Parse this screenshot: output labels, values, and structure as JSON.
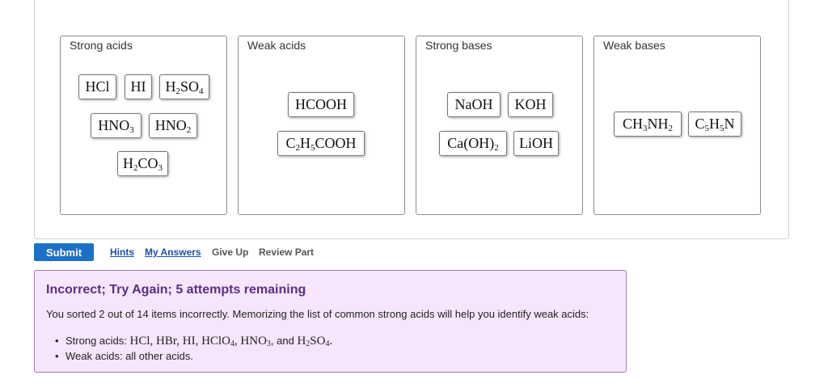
{
  "bins": [
    {
      "label": "Strong acids",
      "chips": [
        {
          "parts": [
            [
              "HCl",
              false
            ]
          ]
        },
        {
          "parts": [
            [
              "HI",
              false
            ]
          ]
        },
        {
          "parts": [
            [
              "H",
              false
            ],
            [
              "2",
              true
            ],
            [
              "SO",
              false
            ],
            [
              "4",
              true
            ]
          ]
        },
        {
          "parts": [
            [
              "HNO",
              false
            ],
            [
              "3",
              true
            ]
          ]
        },
        {
          "parts": [
            [
              "HNO",
              false
            ],
            [
              "2",
              true
            ]
          ]
        },
        {
          "parts": [
            [
              "H",
              false
            ],
            [
              "2",
              true
            ],
            [
              "CO",
              false
            ],
            [
              "3",
              true
            ]
          ]
        }
      ]
    },
    {
      "label": "Weak acids",
      "chips": [
        {
          "parts": [
            [
              "HCOOH",
              false
            ]
          ]
        },
        {
          "parts": [
            [
              "C",
              false
            ],
            [
              "2",
              true
            ],
            [
              "H",
              false
            ],
            [
              "5",
              true
            ],
            [
              "COOH",
              false
            ]
          ]
        }
      ]
    },
    {
      "label": "Strong bases",
      "chips": [
        {
          "parts": [
            [
              "NaOH",
              false
            ]
          ]
        },
        {
          "parts": [
            [
              "KOH",
              false
            ]
          ]
        },
        {
          "parts": [
            [
              "Ca(OH)",
              false
            ],
            [
              "2",
              true
            ]
          ]
        },
        {
          "parts": [
            [
              "LiOH",
              false
            ]
          ]
        }
      ]
    },
    {
      "label": "Weak bases",
      "chips": [
        {
          "parts": [
            [
              "CH",
              false
            ],
            [
              "3",
              true
            ],
            [
              "NH",
              false
            ],
            [
              "2",
              true
            ]
          ]
        },
        {
          "parts": [
            [
              "C",
              false
            ],
            [
              "5",
              true
            ],
            [
              "H",
              false
            ],
            [
              "5",
              true
            ],
            [
              "N",
              false
            ]
          ]
        }
      ]
    }
  ],
  "actions": {
    "submit": "Submit",
    "hints": "Hints",
    "my_answers": "My Answers",
    "give_up": "Give Up",
    "review_part": "Review Part"
  },
  "feedback": {
    "title": "Incorrect; Try Again; 5 attempts remaining",
    "message": "You sorted 2 out of 14 items incorrectly. Memorizing the list of common strong acids will help you identify weak acids:",
    "bullets": [
      [
        [
          "Strong acids: ",
          "text"
        ],
        [
          "HCl",
          "m"
        ],
        [
          ", ",
          "m"
        ],
        [
          "HBr",
          "m"
        ],
        [
          ", ",
          "m"
        ],
        [
          "HI",
          "m"
        ],
        [
          ", ",
          "m"
        ],
        [
          "HClO",
          "m"
        ],
        [
          "4",
          "sub"
        ],
        [
          ", ",
          "m"
        ],
        [
          "HNO",
          "m"
        ],
        [
          "3",
          "sub"
        ],
        [
          ", and ",
          "text"
        ],
        [
          "H",
          "m"
        ],
        [
          "2",
          "sub"
        ],
        [
          "SO",
          "m"
        ],
        [
          "4",
          "sub"
        ],
        [
          ".",
          "m"
        ]
      ],
      [
        [
          "Weak acids: all other acids.",
          "text"
        ]
      ]
    ]
  },
  "colors": {
    "submit_bg": "#1d70c8",
    "feedback_bg": "#f7e6fb",
    "feedback_title": "#5a2f82",
    "link": "#1a4fa8"
  }
}
